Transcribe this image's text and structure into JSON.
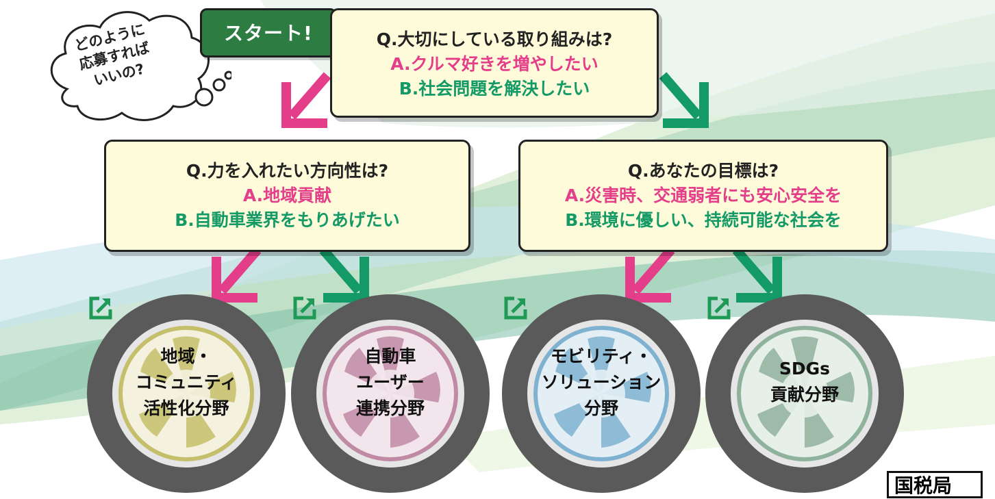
{
  "start": {
    "label": "スタート!"
  },
  "thought": {
    "lines": [
      "どのように",
      "応募すれば",
      "いいの?"
    ]
  },
  "questions": {
    "top": {
      "q": "Q.大切にしている取り組みは?",
      "a": "A.クルマ好きを増やしたい",
      "b": "B.社会問題を解決したい"
    },
    "left": {
      "q": "Q.力を入れたい方向性は?",
      "a": "A.地域貢献",
      "b": "B.自動車業界をもりあげたい"
    },
    "right": {
      "q": "Q.あなたの目標は?",
      "a": "A.災害時、交通弱者にも安心安全を",
      "b": "B.環境に優しい、持続可能な社会を"
    }
  },
  "categories": [
    {
      "lines": [
        "地域・",
        "コミュニティ",
        "活性化分野"
      ],
      "color": "#c5bf6b",
      "icon": "external-link-icon"
    },
    {
      "lines": [
        "自動車",
        "ユーザー",
        "連携分野"
      ],
      "color": "#c08aa4",
      "icon": "external-link-icon"
    },
    {
      "lines": [
        "モビリティ・",
        "ソリューション",
        "分野"
      ],
      "color": "#7fb2d0",
      "icon": "external-link-icon"
    },
    {
      "lines": [
        "SDGs",
        "貢献分野"
      ],
      "color": "#8fb29c",
      "icon": "external-link-icon"
    }
  ],
  "colors": {
    "answer_a": "#e43e8a",
    "answer_b": "#139a66",
    "start_bg": "#2d7d43",
    "tire": "#5a5a5a",
    "icon": "#1f9a56"
  },
  "stamp": {
    "label": "国税局"
  }
}
